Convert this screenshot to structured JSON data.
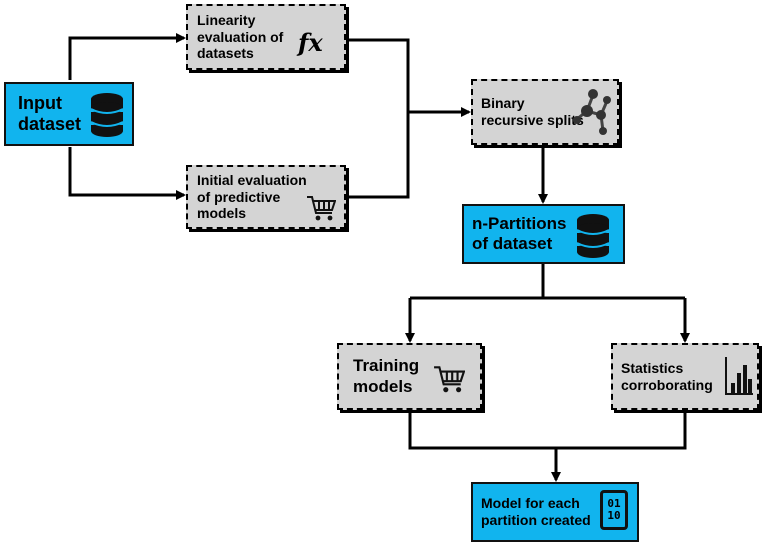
{
  "nodes": {
    "input": {
      "label": "Input\ndataset",
      "icon": "database-icon"
    },
    "linearity": {
      "label": "Linearity\nevaluation of\ndatasets",
      "icon_text": "fx"
    },
    "initial": {
      "label": "Initial evaluation\nof predictive\nmodels",
      "icon": "shopping-cart-icon"
    },
    "binary": {
      "label": "Binary\nrecursive splits",
      "icon": "molecule-network-icon"
    },
    "npart": {
      "label": "n-Partitions\nof dataset",
      "icon": "database-icon"
    },
    "training": {
      "label": "Training\nmodels",
      "icon": "shopping-cart-icon"
    },
    "stats": {
      "label": "Statistics\ncorroborating",
      "icon": "bar-chart-icon"
    },
    "model": {
      "label": "Model for each\npartition created",
      "icon_text_top": "01",
      "icon_text_bottom": "10",
      "icon": "binary-file-icon"
    }
  },
  "colors": {
    "blue_box": "#11b4ee",
    "gray_box": "#d4d4d4",
    "lines": "#000000"
  }
}
